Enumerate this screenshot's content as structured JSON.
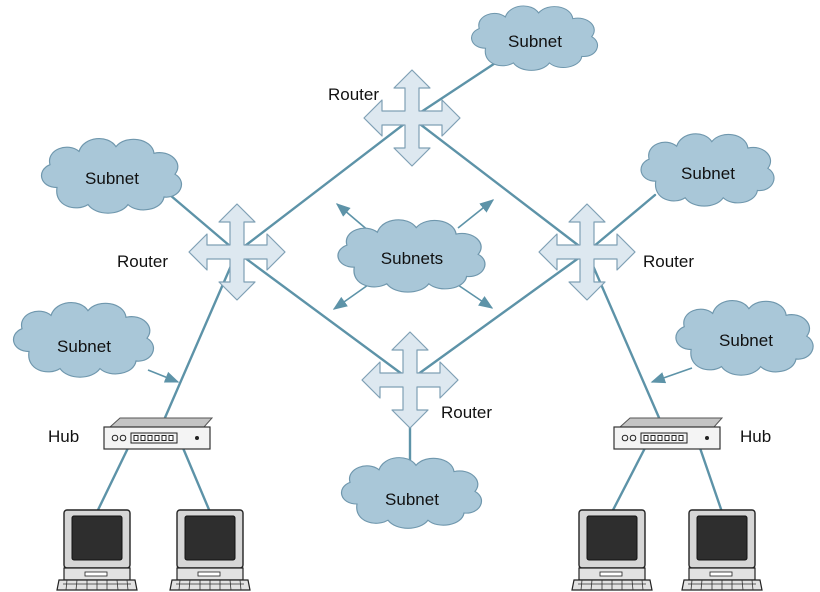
{
  "labels": {
    "subnet": "Subnet",
    "subnets": "Subnets",
    "router": "Router",
    "hub": "Hub"
  },
  "colors": {
    "link": "#5d93a8",
    "cloud": "#a9c7d8",
    "router": "#dde8f0"
  },
  "icons": [
    "cloud-icon",
    "router-icon",
    "hub-icon",
    "computer-icon"
  ]
}
